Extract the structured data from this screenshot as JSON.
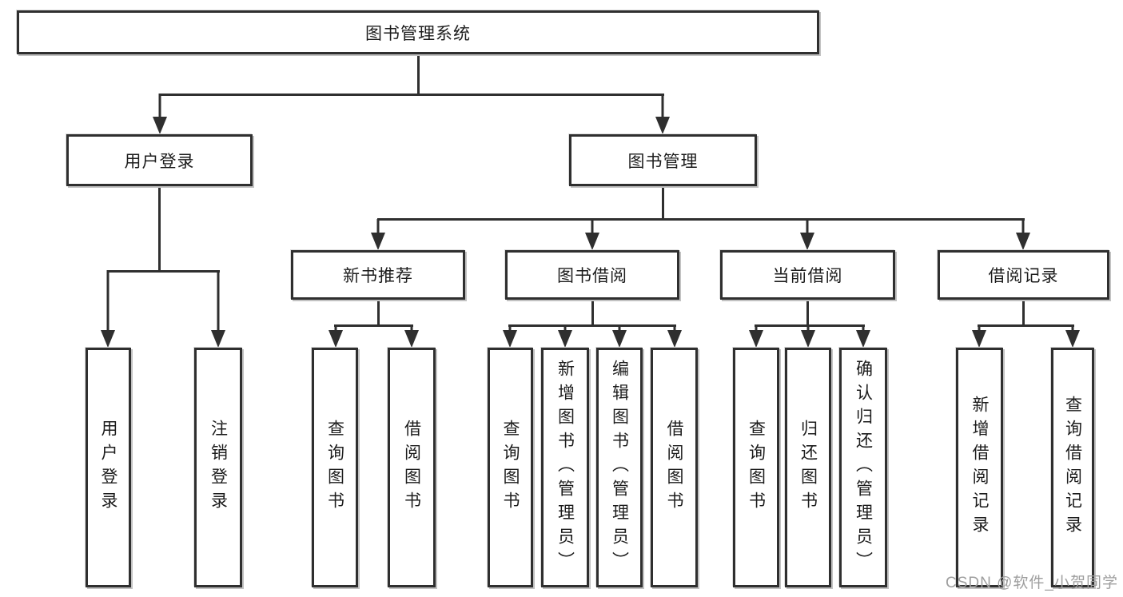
{
  "tree": {
    "root": {
      "label": "图书管理系统"
    },
    "children": [
      {
        "label": "用户登录",
        "children": [
          {
            "label": "用户登录"
          },
          {
            "label": "注销登录"
          }
        ]
      },
      {
        "label": "图书管理",
        "children": [
          {
            "label": "新书推荐",
            "children": [
              {
                "label": "查询图书"
              },
              {
                "label": "借阅图书"
              }
            ]
          },
          {
            "label": "图书借阅",
            "children": [
              {
                "label": "查询图书"
              },
              {
                "label": "新增图书（管理员）"
              },
              {
                "label": "编辑图书（管理员）"
              },
              {
                "label": "借阅图书"
              }
            ]
          },
          {
            "label": "当前借阅",
            "children": [
              {
                "label": "查询图书"
              },
              {
                "label": "归还图书"
              },
              {
                "label": "确认归还（管理员）"
              }
            ]
          },
          {
            "label": "借阅记录",
            "children": [
              {
                "label": "新增借阅记录"
              },
              {
                "label": "查询借阅记录"
              }
            ]
          }
        ]
      }
    ]
  },
  "watermark": {
    "text": "CSDN @软件_小贺同学",
    "color": "#9e9e9e"
  },
  "colors": {
    "line": "#2f2f2f",
    "box_background": "#ffffff",
    "text": "#1c1c1c"
  }
}
